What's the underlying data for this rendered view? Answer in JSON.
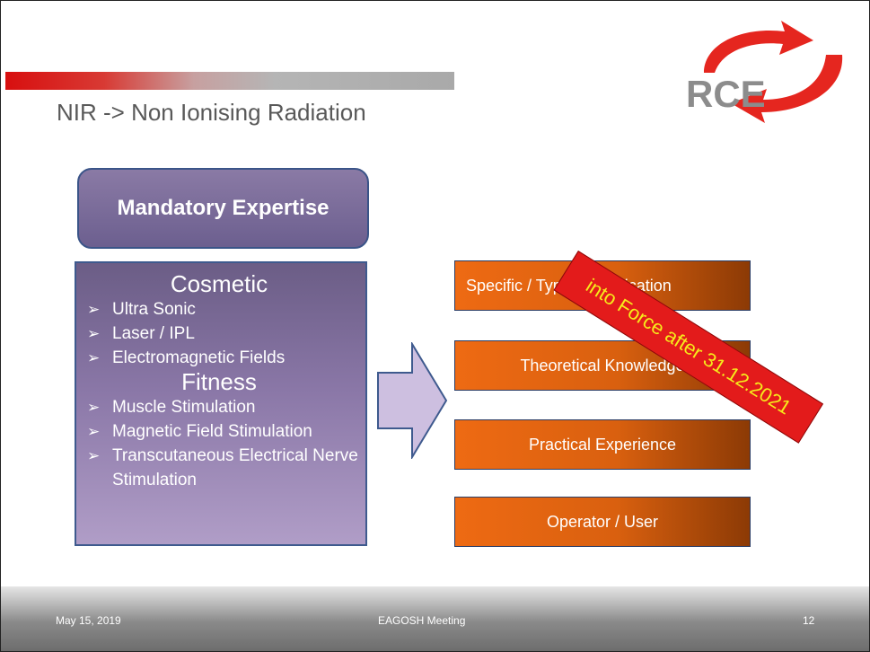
{
  "slide": {
    "title": "NIR -> Non Ionising Radiation",
    "logo_text": "RCE"
  },
  "expertise": {
    "label": "Mandatory Expertise"
  },
  "categories": {
    "cosmetic": {
      "heading": "Cosmetic",
      "items": [
        "Ultra Sonic",
        "Laser / IPL",
        "Electromagnetic Fields"
      ]
    },
    "fitness": {
      "heading": "Fitness",
      "items": [
        "Muscle Stimulation",
        "Magnetic Field Stimulation",
        "Transcutaneous Electrical Nerve Stimulation"
      ]
    }
  },
  "requirements": [
    "Specific / Type of Application",
    "Theoretical Knowledge",
    "Practical Experience",
    "Operator / User"
  ],
  "banner": {
    "text": "into Force  after 31.12.2021"
  },
  "footer": {
    "date": "May 15, 2019",
    "meeting": "EAGOSH Meeting",
    "page": "12"
  },
  "colors": {
    "brand_red": "#e5261f",
    "orange": "#e8650f",
    "purple": "#7e6f9c",
    "banner_red": "#e31b1b",
    "banner_text": "#f6ea1b"
  }
}
